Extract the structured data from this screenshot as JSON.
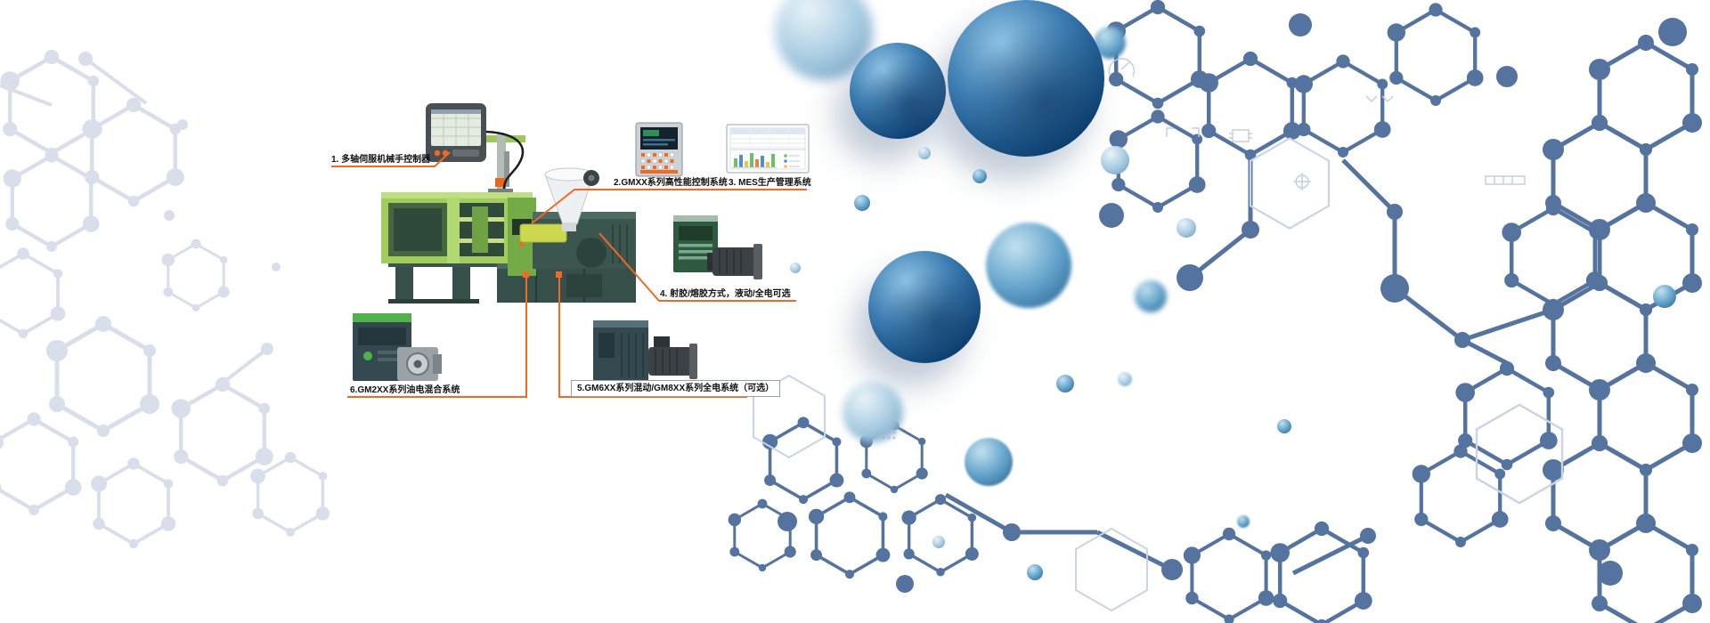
{
  "banner": {
    "callouts": [
      {
        "text": "1. 多轴伺服机械手控制器"
      },
      {
        "text": "2.GMXX系列高性能控制系统"
      },
      {
        "text": "3. MES生产管理系统"
      },
      {
        "text": "4. 射胶/熔胶方式，液动/全电可选"
      },
      {
        "text": "5.GM6XX系列混动/GM8XX系列全电系统（可选）"
      },
      {
        "text": "6.GM2XX系列油电混合系统"
      }
    ]
  },
  "colors": {
    "accent_orange": "#f26a21",
    "machine_light_green": "#a0cd5e",
    "machine_dark_slate": "#3a564f",
    "molecule_blue": "#54739f",
    "molecule_light": "#d9deeb",
    "sphere_navy": "#0d4478"
  }
}
